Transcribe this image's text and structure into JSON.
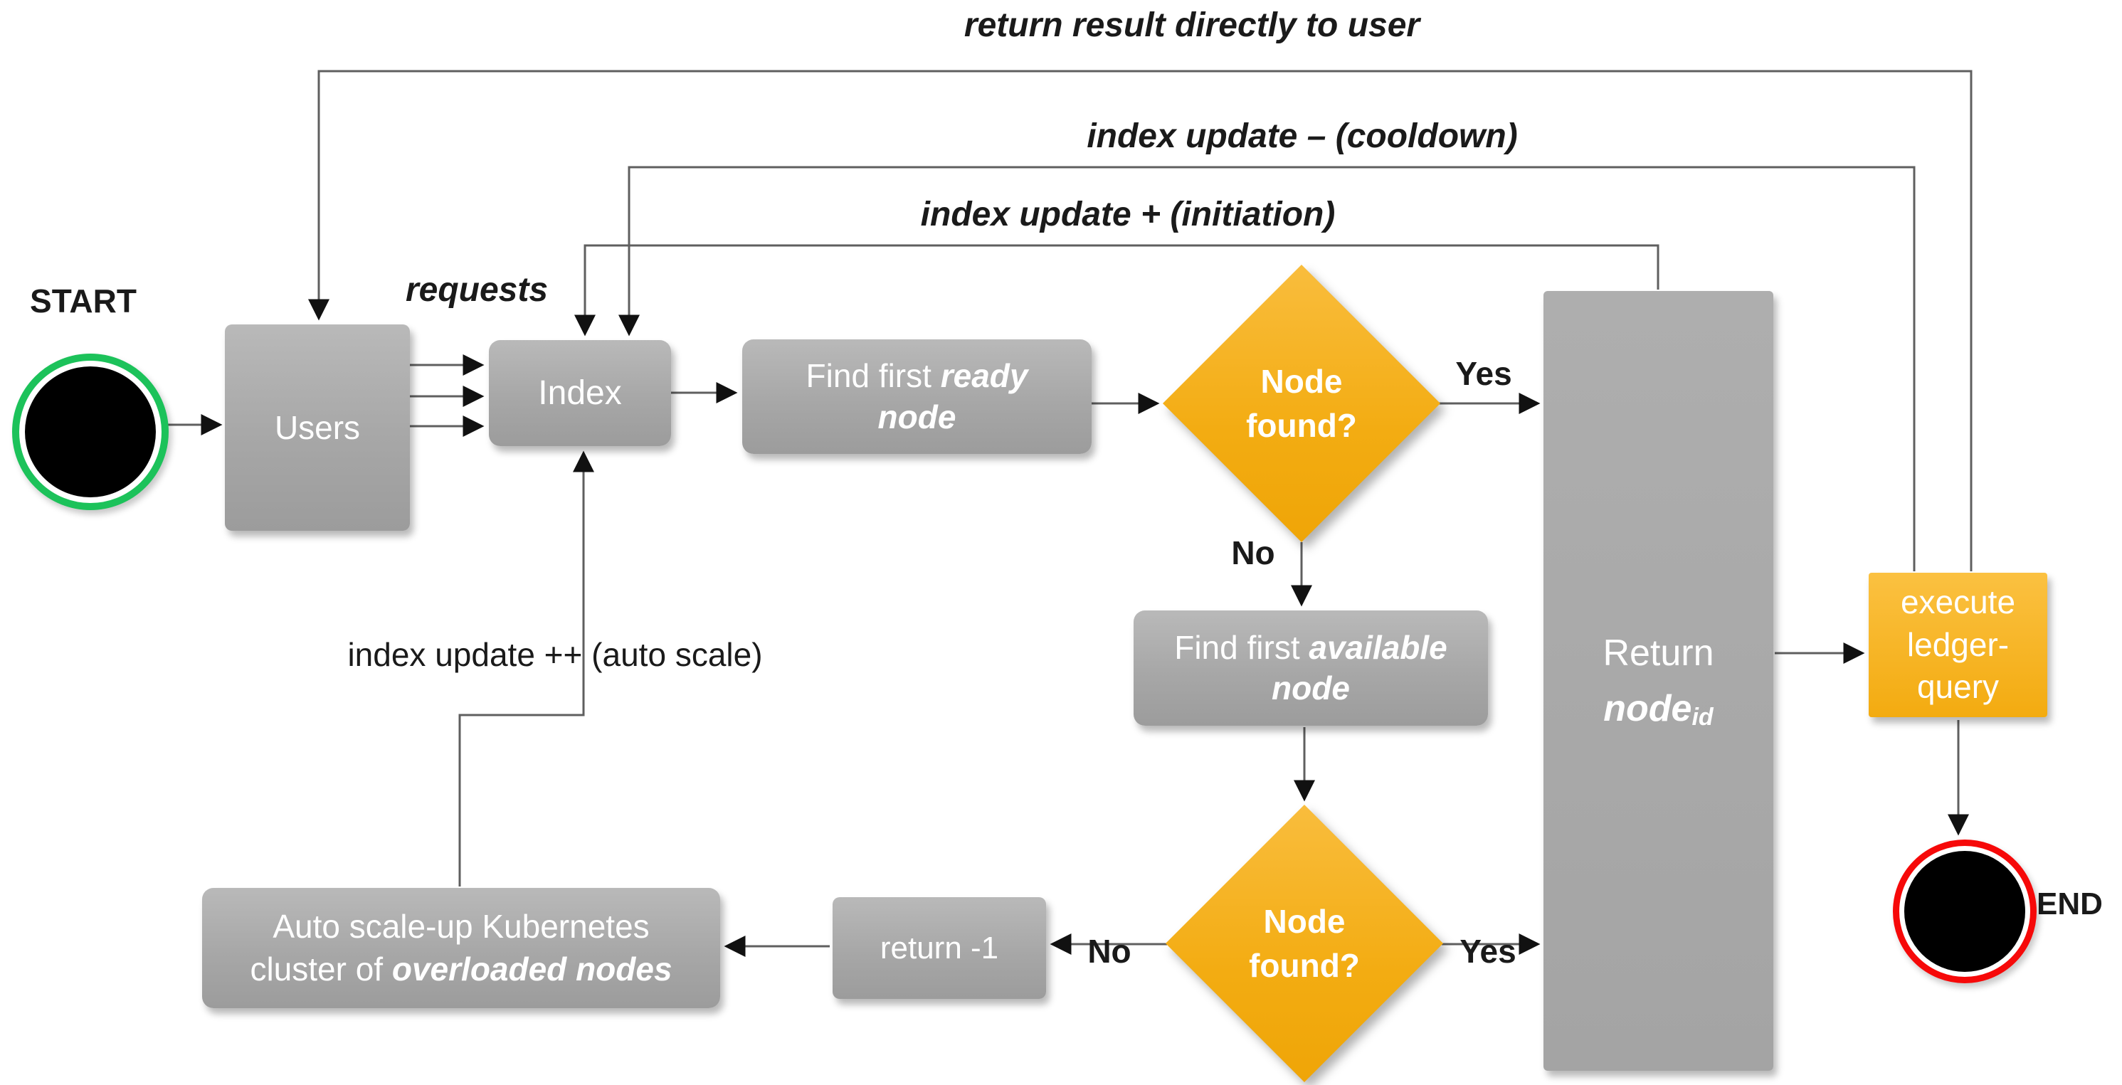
{
  "diagram": {
    "title_labels": {
      "return_result": "return result directly to user",
      "cooldown": "index update – (cooldown)",
      "initiation": "index update + (initiation)",
      "autoscale": "index update ++ (auto scale)",
      "requests": "requests"
    },
    "terminals": {
      "start": "START",
      "end": "END"
    },
    "branches": {
      "yes1": "Yes",
      "no1": "No",
      "yes2": "Yes",
      "no2": "No"
    },
    "nodes": {
      "users": "Users",
      "index": "Index",
      "find_ready": {
        "prefix": "Find first ",
        "em": "ready",
        "line2": "node"
      },
      "decision1": {
        "line1": "Node",
        "line2": "found?"
      },
      "find_available": {
        "prefix": "Find first ",
        "em": "available",
        "line2": "node"
      },
      "decision2": {
        "line1": "Node",
        "line2": "found?"
      },
      "return_node": {
        "line1": "Return",
        "word": "node",
        "sub": "id"
      },
      "return_minus1": "return -1",
      "autoscale_box": {
        "line1": "Auto scale-up Kubernetes",
        "line2_prefix": "cluster of ",
        "line2_em": "overloaded nodes"
      },
      "ledger": {
        "line1": "execute",
        "line2": "ledger-",
        "line3": "query"
      }
    },
    "colors": {
      "node_gray": "#a6a6a6",
      "accent_amber": "#f3ab10",
      "start_ring_green": "#1cc25a",
      "end_ring_red": "#f60909",
      "connector_gray": "#5f5f5f",
      "arrowhead_black": "#111111",
      "text_white": "#ffffff",
      "text_black": "#1a1a1a"
    }
  }
}
